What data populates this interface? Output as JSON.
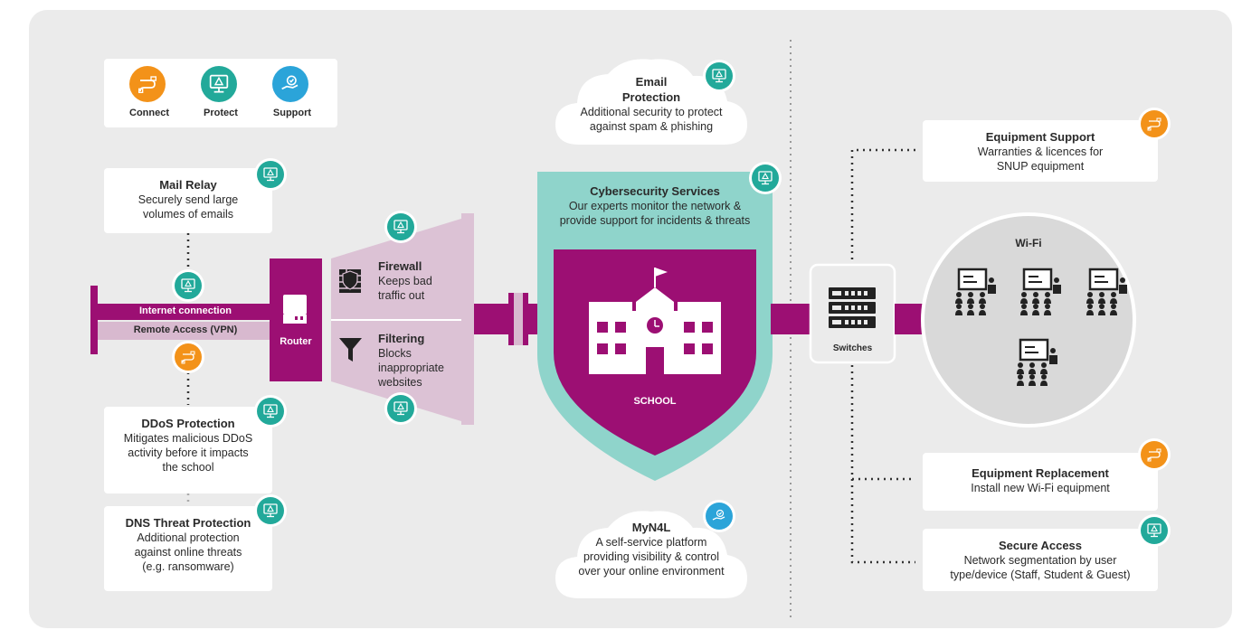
{
  "colors": {
    "magenta": "#9c0f73",
    "magenta_light": "#d8b9cf",
    "teal": "#22a99a",
    "teal_light": "#8fd4cb",
    "orange": "#f39219",
    "blue": "#2ba4d9",
    "panel": "#ebebeb",
    "wifi_circle": "#d9d9d9"
  },
  "legend": {
    "items": [
      {
        "label": "Connect",
        "icon": "cable-icon",
        "color": "#f39219"
      },
      {
        "label": "Protect",
        "icon": "monitor-alert-icon",
        "color": "#22a99a"
      },
      {
        "label": "Support",
        "icon": "hand-check-icon",
        "color": "#2ba4d9"
      }
    ]
  },
  "left": {
    "mail_relay": {
      "title": "Mail Relay",
      "desc": [
        "Securely send large",
        "volumes of emails"
      ]
    },
    "internet_connection": "Internet connection",
    "remote_access": "Remote Access (VPN)",
    "ddos": {
      "title": "DDoS Protection",
      "desc": [
        "Mitigates malicious DDoS",
        "activity before it impacts",
        "the school"
      ]
    },
    "dns": {
      "title": "DNS Threat Protection",
      "desc": [
        "Additional protection",
        "against online threats",
        "(e.g. ransomware)"
      ]
    }
  },
  "router": {
    "label": "Router"
  },
  "firewall": {
    "title": "Firewall",
    "desc": [
      "Keeps bad",
      "traffic out"
    ]
  },
  "filtering": {
    "title": "Filtering",
    "desc": [
      "Blocks",
      "inappropriate",
      "websites"
    ]
  },
  "email_protection": {
    "title": [
      "Email",
      "Protection"
    ],
    "desc": [
      "Additional security to protect",
      "against spam & phishing"
    ]
  },
  "cybersecurity": {
    "title": "Cybersecurity Services",
    "desc": [
      "Our experts monitor the network &",
      "provide support for incidents & threats"
    ]
  },
  "school": {
    "label": "SCHOOL"
  },
  "myn4l": {
    "title": "MyN4L",
    "desc": [
      "A self-service platform",
      "providing visibility & control",
      "over your online environment"
    ]
  },
  "switches": {
    "label": "Switches"
  },
  "wifi": {
    "label": "Wi-Fi"
  },
  "right": {
    "equipment_support": {
      "title": "Equipment Support",
      "desc": [
        "Warranties & licences for",
        "SNUP equipment"
      ]
    },
    "equipment_replacement": {
      "title": "Equipment Replacement",
      "desc": [
        "Install new Wi-Fi equipment"
      ]
    },
    "secure_access": {
      "title": "Secure Access",
      "desc": [
        "Network segmentation by user",
        "type/device (Staff, Student & Guest)"
      ]
    }
  }
}
